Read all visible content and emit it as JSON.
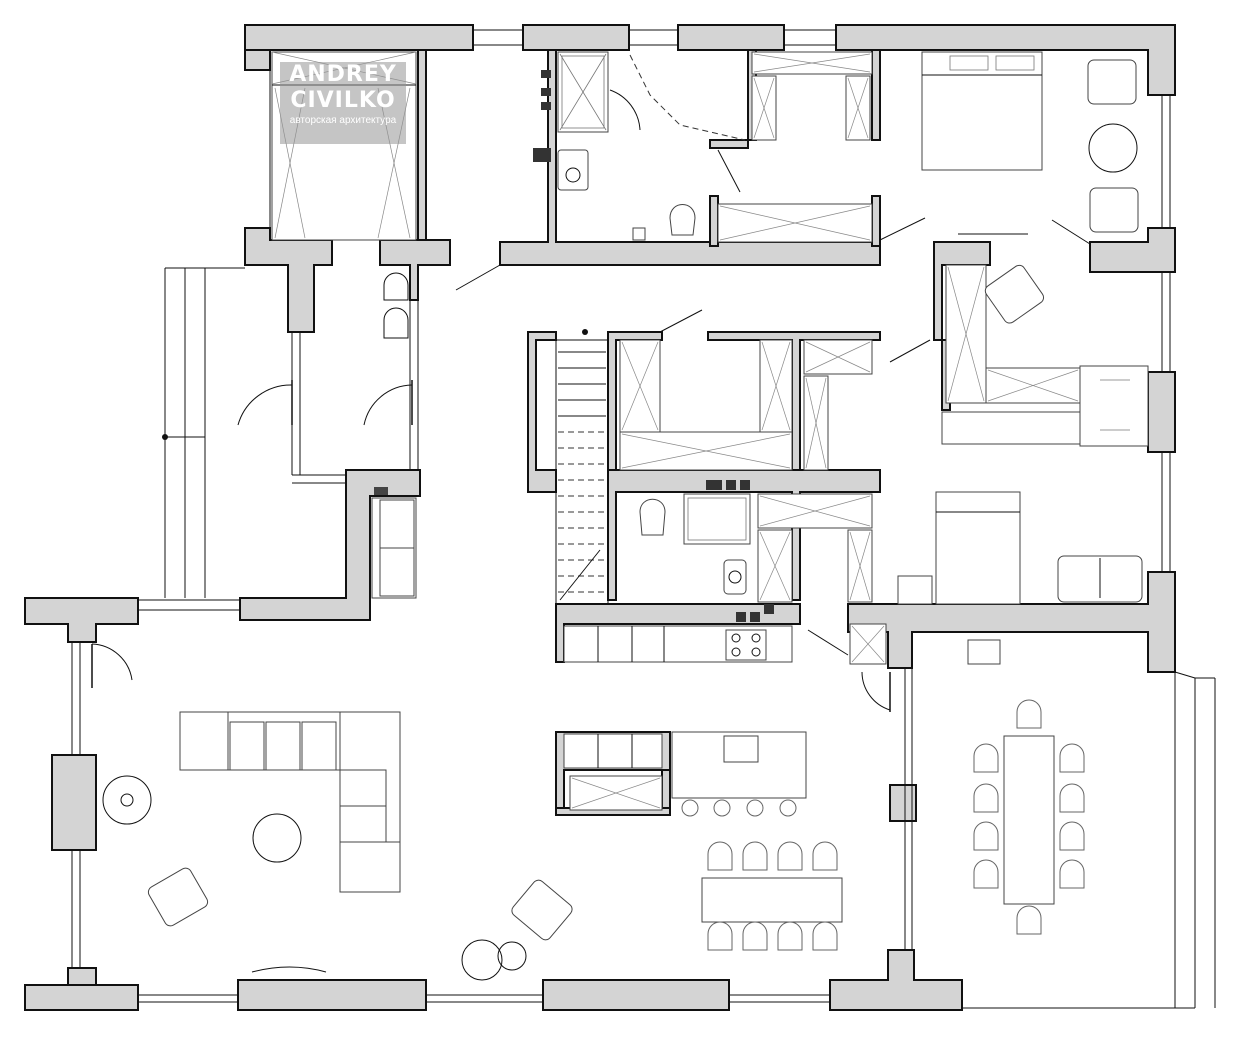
{
  "logo": {
    "line1": "ANDREY",
    "line2": "CIVILKO",
    "tagline": "авторская архитектура"
  },
  "colors": {
    "wall_fill": "#d4d4d4",
    "line": "#111111",
    "background": "#ffffff"
  },
  "icons": [
    "sofa-icon",
    "bed-icon",
    "armchair-icon",
    "dining-table-icon",
    "toilet-icon",
    "sink-icon",
    "shower-icon",
    "stove-icon",
    "stair-icon",
    "door-icon",
    "wardrobe-icon"
  ]
}
